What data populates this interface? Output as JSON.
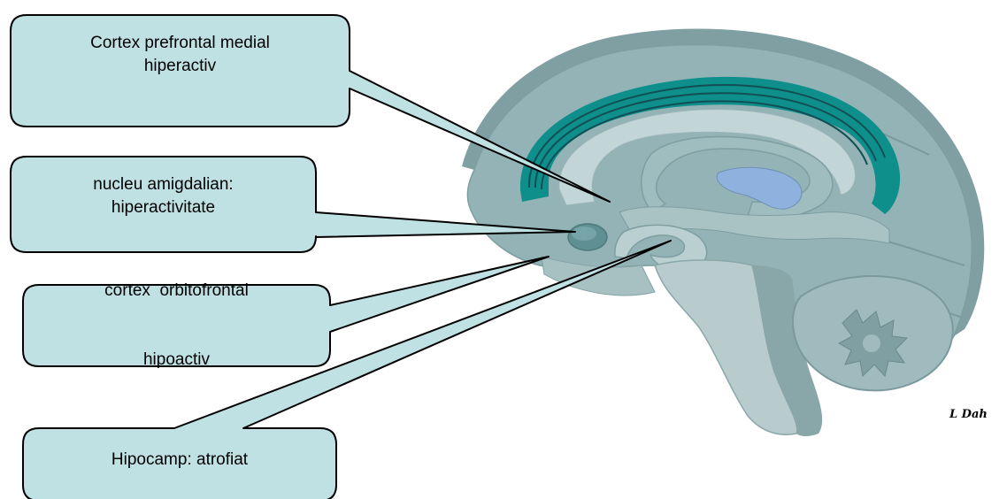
{
  "diagram": {
    "colors": {
      "callout_fill": "#bfe1e3",
      "callout_stroke": "#000000",
      "brain_fill": "#8fb0b3",
      "brain_light": "#b4cccd",
      "brain_dark": "#6f9094",
      "cingulate_band": "#0e8f8c",
      "ventricle": "#8fb1dd",
      "background": "#ffffff"
    },
    "callouts": [
      {
        "id": "prefrontal",
        "line1": "Cortex prefrontal medial",
        "line2": "hiperactiv"
      },
      {
        "id": "amygdala",
        "line1": "nucleu amigdalian:",
        "line2": "hiperactivitate"
      },
      {
        "id": "orbitofrontal",
        "line1": "cortex  orbitofrontal",
        "line2": "hipoactiv"
      },
      {
        "id": "hippocampus",
        "line1": "Hipocamp: atrofiat",
        "line2": ""
      }
    ],
    "signature": "L Dah"
  }
}
